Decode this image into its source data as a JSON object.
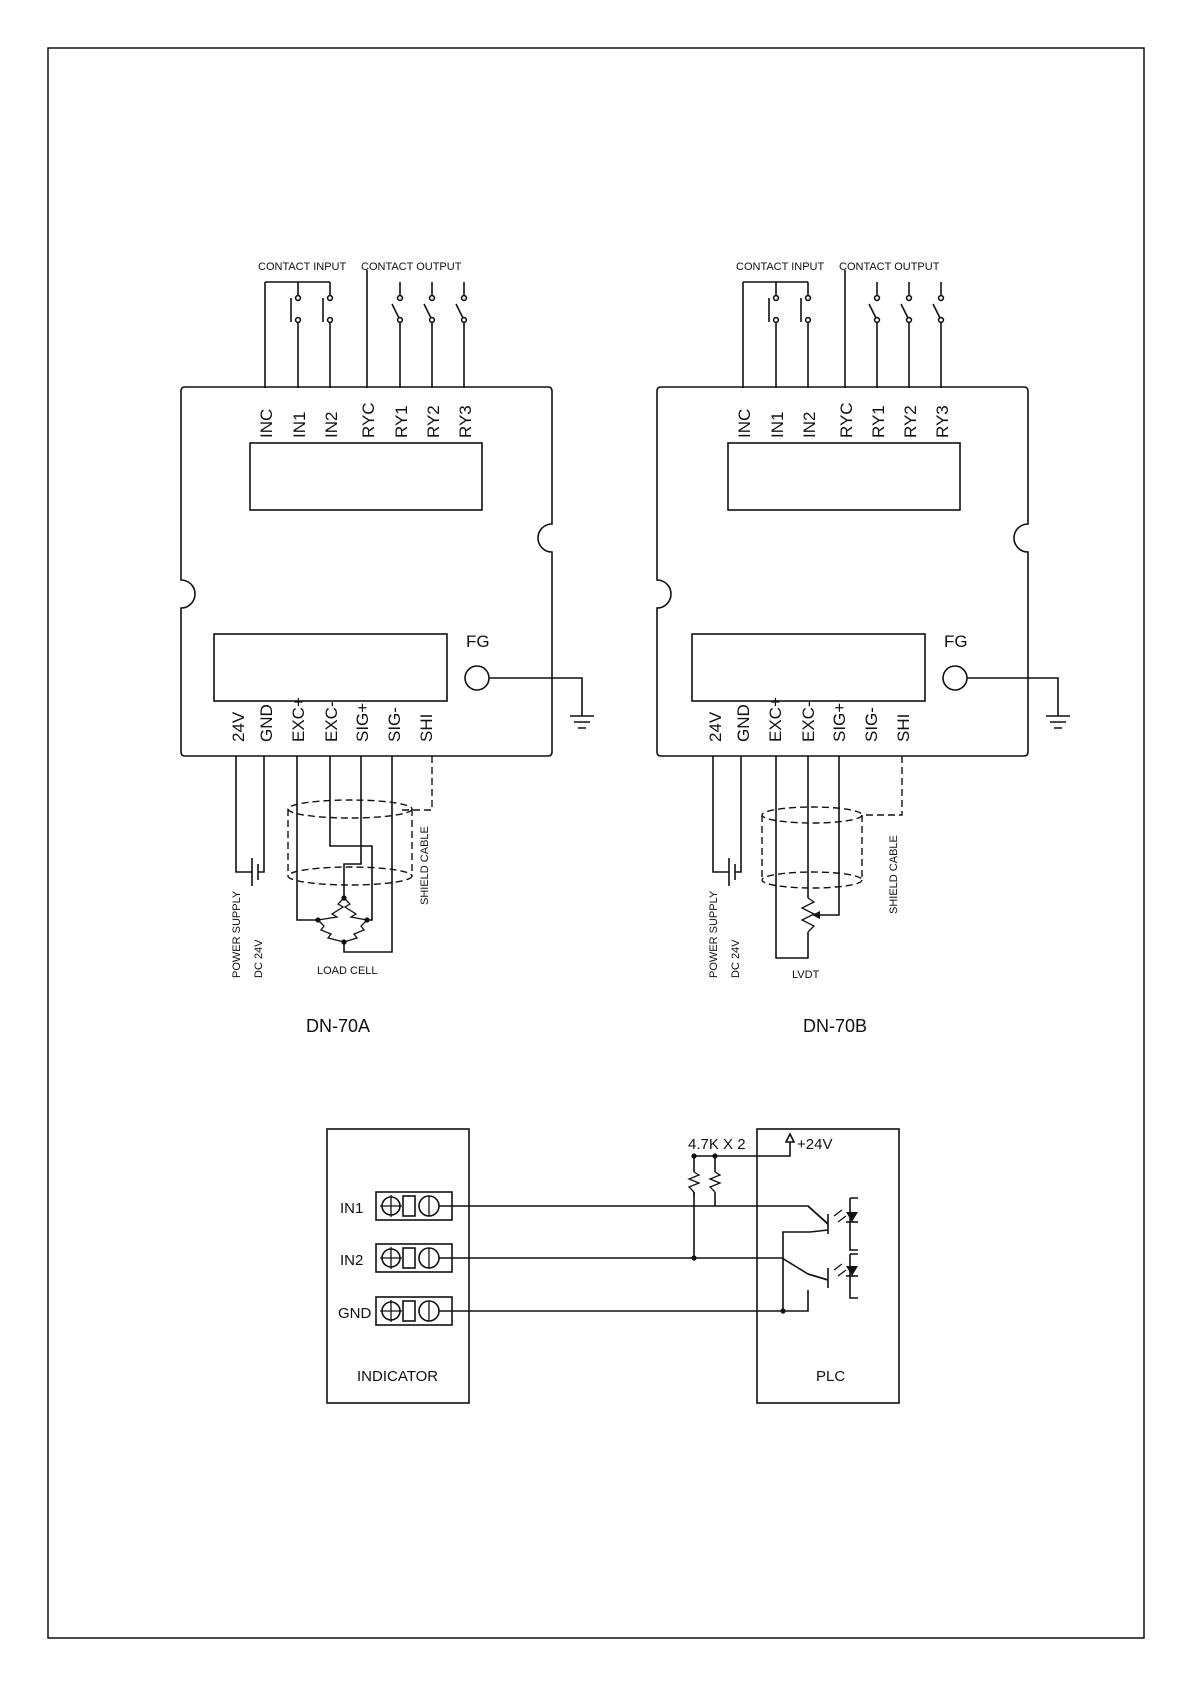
{
  "models": [
    {
      "title": "DN-70A",
      "contact_input": "CONTACT INPUT",
      "contact_output": "CONTACT OUTPUT",
      "top_terminals": [
        "INC",
        "IN1",
        "IN2",
        "RYC",
        "RY1",
        "RY2",
        "RY3"
      ],
      "fg": "FG",
      "bottom_terminals": [
        "24V",
        "GND",
        "EXC+",
        "EXC-",
        "SIG+",
        "SIG-",
        "SHI"
      ],
      "power_supply": "POWER SUPPLY",
      "dc": "DC 24V",
      "shield_cable": "SHIELD CABLE",
      "sensor": "LOAD CELL"
    },
    {
      "title": "DN-70B",
      "contact_input": "CONTACT INPUT",
      "contact_output": "CONTACT OUTPUT",
      "top_terminals": [
        "INC",
        "IN1",
        "IN2",
        "RYC",
        "RY1",
        "RY2",
        "RY3"
      ],
      "fg": "FG",
      "bottom_terminals": [
        "24V",
        "GND",
        "EXC+",
        "EXC-",
        "SIG+",
        "SIG-",
        "SHI"
      ],
      "power_supply": "POWER SUPPLY",
      "dc": "DC 24V",
      "shield_cable": "SHIELD CABLE",
      "sensor": "LVDT"
    }
  ],
  "plc_wiring": {
    "indicator_terminals": [
      "IN1",
      "IN2",
      "GND"
    ],
    "indicator_label": "INDICATOR",
    "plc_label": "PLC",
    "resistor_label": "4.7K X 2",
    "supply_label": "+24V"
  }
}
